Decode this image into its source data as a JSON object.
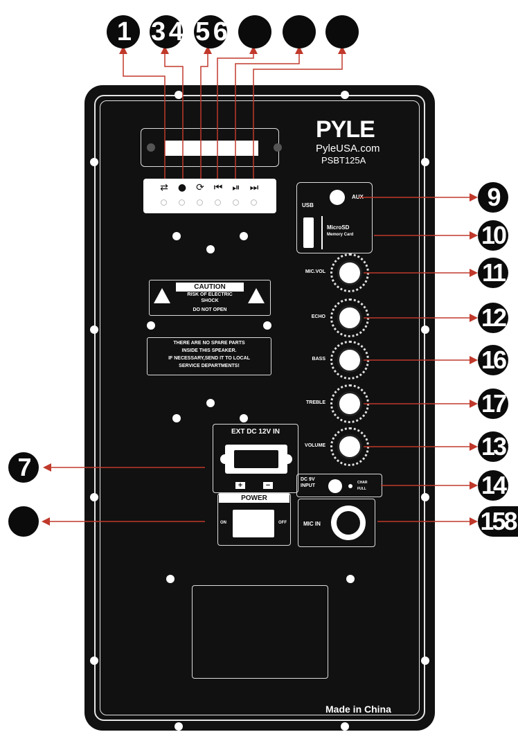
{
  "callouts_top": [
    "1",
    "3 4",
    "5 6",
    "",
    "",
    ""
  ],
  "callouts_right": [
    "9",
    "10",
    "11",
    "12",
    "16",
    "17",
    "13",
    "14",
    "158"
  ],
  "callouts_left": [
    "7",
    ""
  ],
  "brand": {
    "logo": "PYLE",
    "website": "PyleUSA.com",
    "model": "PSBT125A"
  },
  "player_buttons": [
    "⇄",
    "●",
    "⟳",
    "⏮",
    "⏯",
    "⏭"
  ],
  "inputs": {
    "aux": "AUX",
    "usb": "USB",
    "microsd": "MicroSD",
    "memory_card": "Memory Card"
  },
  "knobs": [
    "MIC.VOL",
    "ECHO",
    "BASS",
    "TREBLE",
    "VOLUME"
  ],
  "caution": {
    "title": "CAUTION",
    "line1": "RISK OF ELECTRIC",
    "line2": "SHOCK",
    "line3": "DO NOT OPEN"
  },
  "notice": {
    "line1": "THERE ARE NO SPARE PARTS",
    "line2": "INSIDE THIS SPEAKER.",
    "line3": "IF NECESSARY,SEND IT TO LOCAL",
    "line4": "SERVICE DEPARTMENTS!"
  },
  "ext_dc": {
    "title": "EXT DC 12V IN",
    "plus": "+",
    "minus": "−"
  },
  "power": {
    "title": "POWER",
    "on": "ON",
    "off": "OFF"
  },
  "dc_input": {
    "line1": "DC 9V",
    "line2": "INPUT",
    "charge": "CHAR",
    "full": "FULL"
  },
  "mic_in": "MIC IN",
  "footer": "Made in China",
  "colors": {
    "panel": "#111111",
    "arrow": "#c0392b",
    "callout": "#0b0b0b"
  }
}
